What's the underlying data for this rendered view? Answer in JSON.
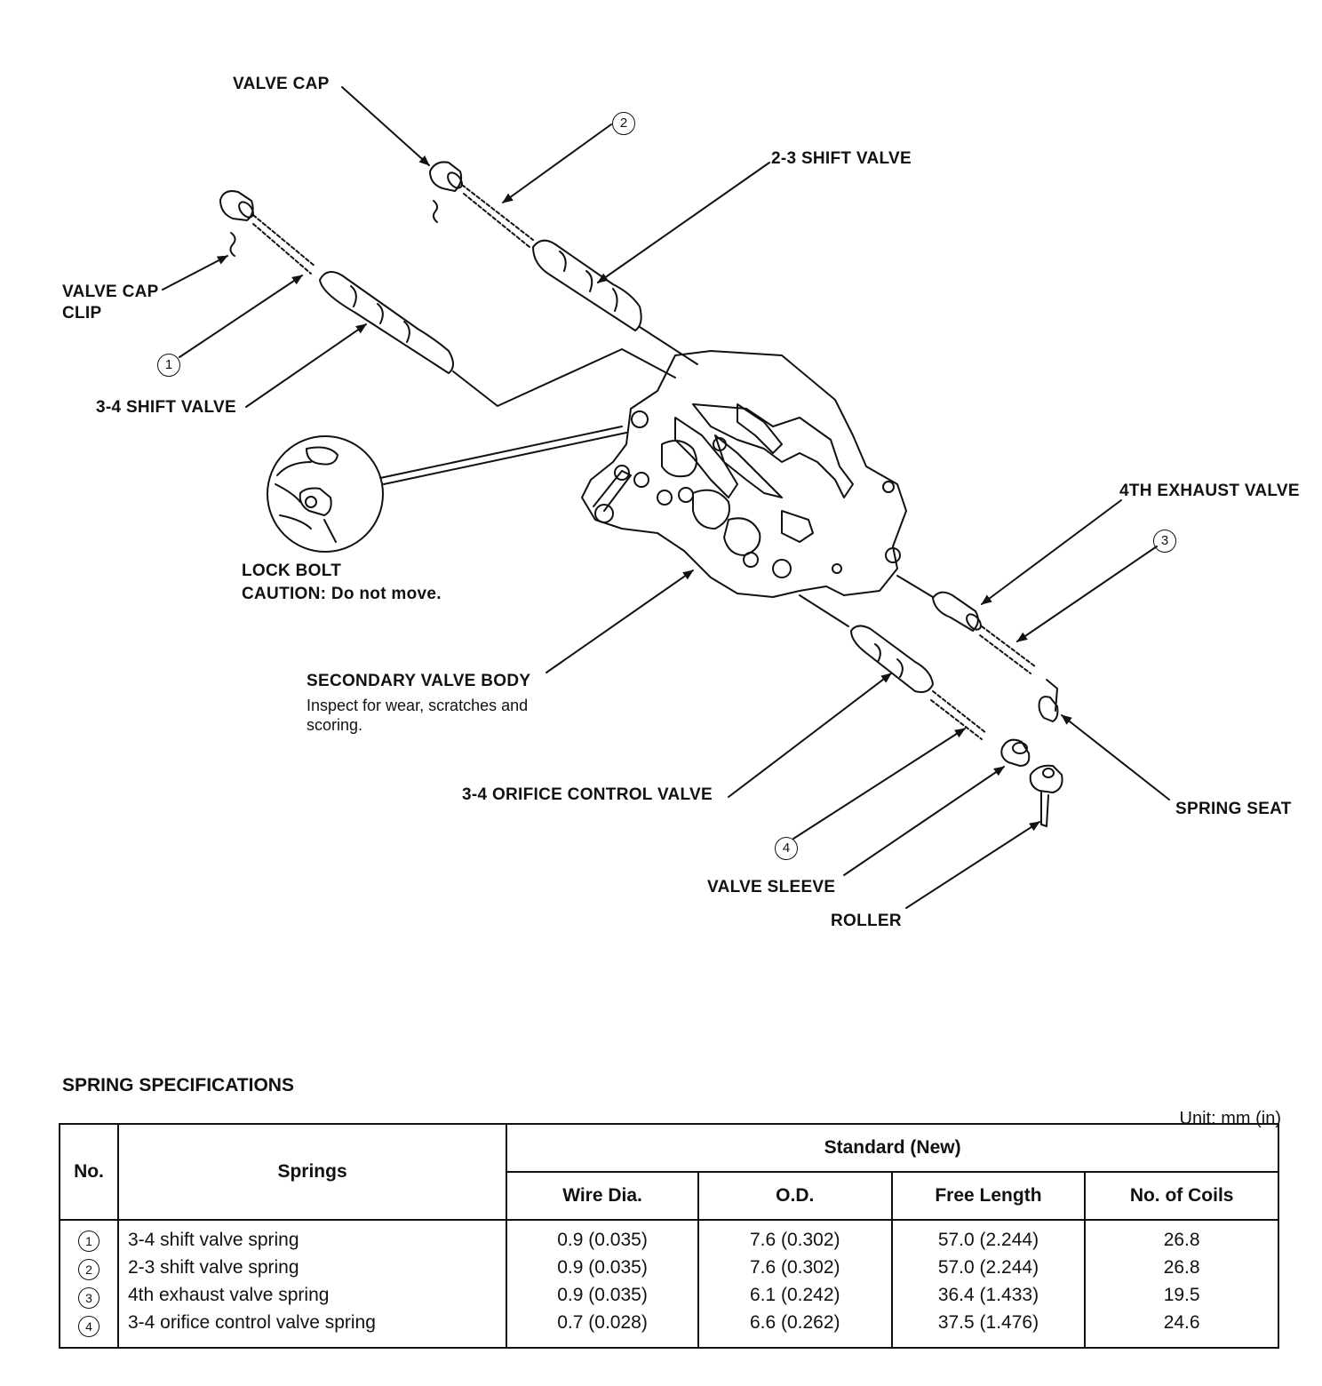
{
  "labels": {
    "valve_cap": "VALVE CAP",
    "shift_valve_23": "2-3 SHIFT VALVE",
    "valve_cap_clip_1": "VALVE CAP",
    "valve_cap_clip_2": "CLIP",
    "shift_valve_34": "3-4 SHIFT VALVE",
    "lock_bolt": "LOCK BOLT",
    "caution_prefix": "CAUTION:",
    "caution_text": "Do not move.",
    "exhaust_valve_4th": "4TH EXHAUST VALVE",
    "secondary_body": "SECONDARY VALVE BODY",
    "secondary_note_1": "Inspect for wear, scratches and",
    "secondary_note_2": "scoring.",
    "orifice_valve": "3-4 ORIFICE CONTROL VALVE",
    "spring_seat": "SPRING SEAT",
    "valve_sleeve": "VALVE SLEEVE",
    "roller": "ROLLER"
  },
  "callouts": {
    "c1": "1",
    "c2": "2",
    "c3": "3",
    "c4": "4"
  },
  "spec": {
    "title": "SPRING SPECIFICATIONS",
    "unit": "Unit: mm (in)",
    "headers": {
      "no": "No.",
      "springs": "Springs",
      "standard": "Standard (New)",
      "wire": "Wire Dia.",
      "od": "O.D.",
      "free_length": "Free Length",
      "coils": "No. of Coils"
    },
    "rows": [
      {
        "no": "1",
        "name": "3-4 shift valve spring",
        "wire": "0.9 (0.035)",
        "od": "7.6 (0.302)",
        "free_length": "57.0 (2.244)",
        "coils": "26.8"
      },
      {
        "no": "2",
        "name": "2-3 shift valve spring",
        "wire": "0.9 (0.035)",
        "od": "7.6 (0.302)",
        "free_length": "57.0 (2.244)",
        "coils": "26.8"
      },
      {
        "no": "3",
        "name": "4th exhaust valve spring",
        "wire": "0.9 (0.035)",
        "od": "6.1 (0.242)",
        "free_length": "36.4 (1.433)",
        "coils": "19.5"
      },
      {
        "no": "4",
        "name": "3-4 orifice control valve spring",
        "wire": "0.7 (0.028)",
        "od": "6.6 (0.262)",
        "free_length": "37.5 (1.476)",
        "coils": "24.6"
      }
    ]
  }
}
